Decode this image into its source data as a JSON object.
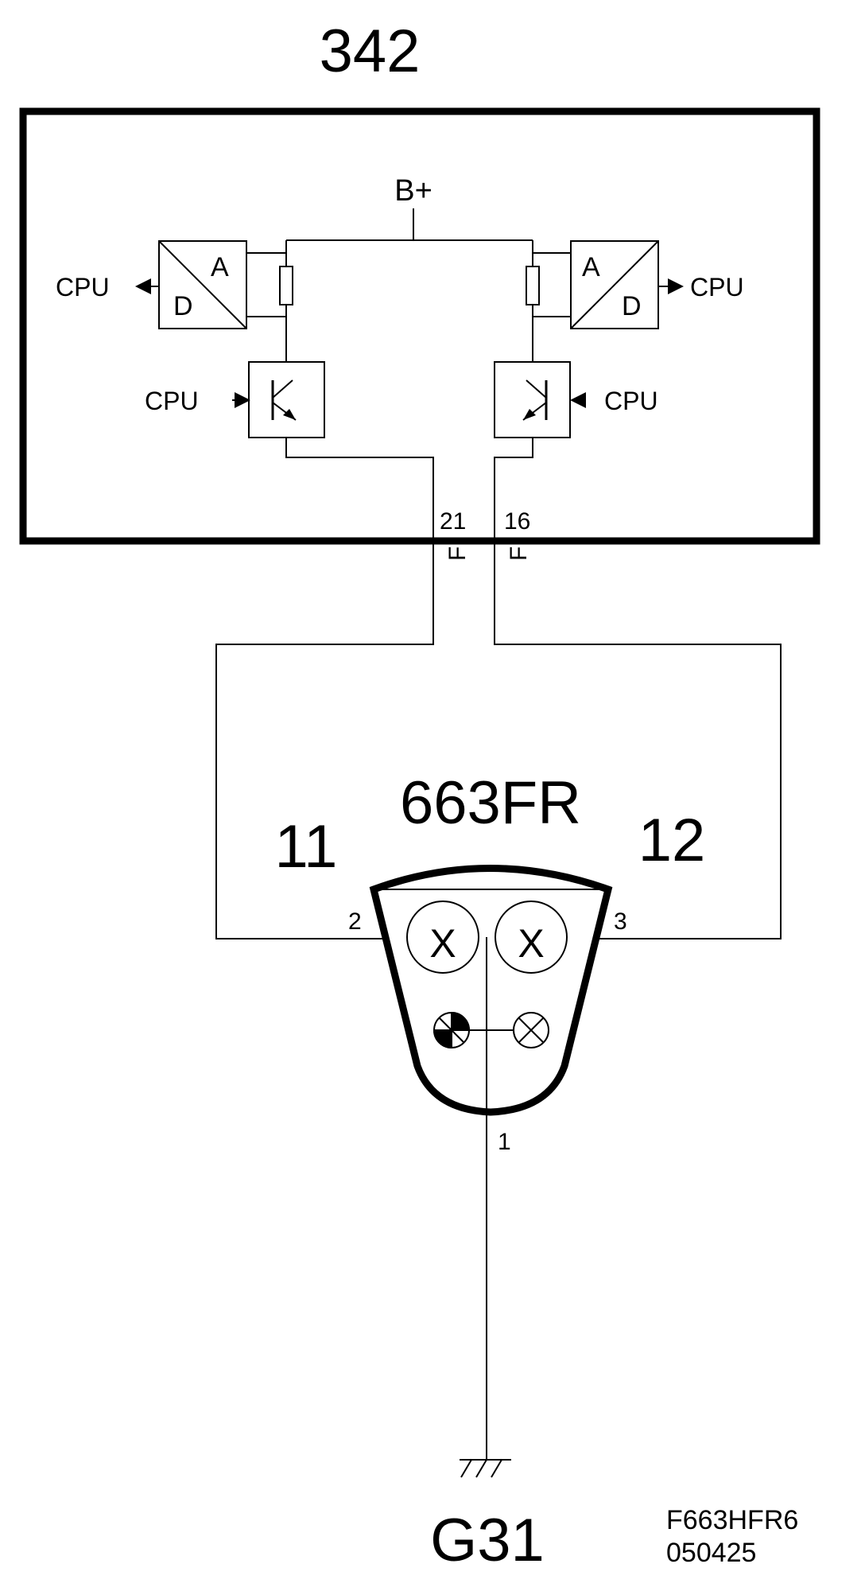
{
  "diagram": {
    "module_label": "342",
    "supply_label": "B+",
    "cpu_label": "CPU",
    "adc": {
      "a": "A",
      "d": "D"
    },
    "pins_module": {
      "left": "21",
      "right": "16"
    },
    "connector_mark": "F",
    "lamp_unit_label": "663FR",
    "circuit_left": "11",
    "circuit_right": "12",
    "lamp_pins": {
      "left": "2",
      "right": "3",
      "bottom": "1"
    },
    "bulb_symbol": "X",
    "ground_label": "G31",
    "drawing_code": "F663HFR6",
    "drawing_date": "050425"
  }
}
